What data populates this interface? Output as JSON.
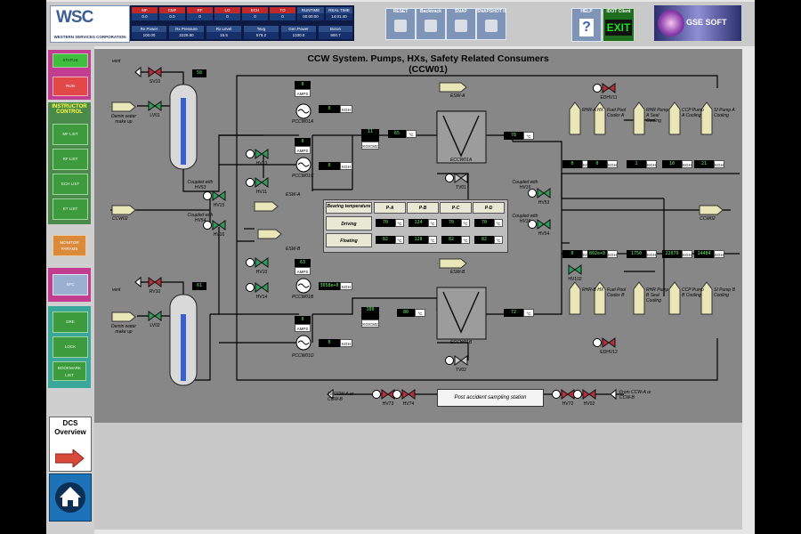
{
  "header": {
    "logo_mark": "WSC",
    "company": "WESTERN SERVICES CORPORATION",
    "params_row1": [
      {
        "label": "MF",
        "value": "0.0"
      },
      {
        "label": "CMF",
        "value": "0.0"
      },
      {
        "label": "RF",
        "value": "0"
      },
      {
        "label": "LO",
        "value": "0"
      },
      {
        "label": "ECH",
        "value": "0"
      },
      {
        "label": "TO",
        "value": "0"
      }
    ],
    "runtime": {
      "label": "RUNTIME",
      "value": "00:00:00"
    },
    "realtime": {
      "label": "REAL TIME",
      "value": "14:01:40"
    },
    "params_row2": [
      {
        "label": "Rx Power",
        "value": "100.00"
      },
      {
        "label": "Rx Pressure",
        "value": "2229.80"
      },
      {
        "label": "Rx Level",
        "value": "16.5"
      },
      {
        "label": "Tavg",
        "value": "579.2"
      },
      {
        "label": "Gen Power",
        "value": "1330.0"
      },
      {
        "label": "Boron",
        "value": "900.7"
      }
    ],
    "tool_buttons": [
      "RESET",
      "Backtrack",
      "SNAP",
      "SNAPSHOT II"
    ],
    "help_label": "HELP",
    "exit_top": "IDOT Client",
    "exit_label": "EXIT",
    "brand": "GSE SOFT"
  },
  "left_panel": {
    "status": "STATUS",
    "run": "RUN",
    "instructor": "INSTRUCTOR CONTROL",
    "lists": [
      "MF LIST",
      "RF LIST",
      "ECH LIST",
      "ET LIST"
    ],
    "monitor": "MONITOR PARAMS",
    "sfc": "SFC",
    "misc": [
      "DRE",
      "LOCK",
      "BOOKMARK LIST"
    ],
    "dcs": "DCS Overview"
  },
  "diagram": {
    "title": "CCW System. Pumps, HXs, Safety Related Consumers (CCW01)",
    "vent_top": "vent",
    "vent_bottom": "vent",
    "tank_top_level": "58",
    "tank_bottom_level": "61",
    "demin_top": "Demin water make up",
    "demin_bottom": "Demin water make up",
    "valves": {
      "svq1": "SV10",
      "lv01": "LV01",
      "sv10b": "RV10",
      "lv02": "LV02",
      "hv15a": "HV15",
      "hv16": "HV16",
      "hv13": "HV13",
      "hv11": "HV11",
      "hv10": "HV10",
      "hv14": "HV14",
      "hv53": "HV53",
      "hv54": "HV54",
      "edhv11": "EDHV11",
      "edhv12": "EDHV12",
      "hv102": "HV102",
      "tv01": "TV01",
      "tv02": "TV02",
      "hv73": "HV73",
      "hv74": "HV74",
      "hv72": "HV72",
      "hv02b": "HV02"
    },
    "pumps": {
      "pcc01a": {
        "name": "PCCW01A",
        "amps": "0",
        "kgh": "0"
      },
      "pcc01c": {
        "name": "PCCW01C",
        "amps": "0",
        "kgh": "0"
      },
      "pcc01b": {
        "name": "PCCW01B",
        "amps": "63",
        "kgh": "3658e+0"
      },
      "pcc01d": {
        "name": "PCCW01D",
        "amps": "0",
        "kgh": "0"
      }
    },
    "amps_label": "AMPS",
    "kgh_label": "KGH",
    "kgcm_label": "KG/CM2",
    "degc_label": "°C",
    "coupled_top_left": "Coupled with HV53",
    "coupled_bot_left": "Coupled with HV54",
    "coupled_top_right": "Coupled with HV15",
    "coupled_bot_right": "Coupled with HV16",
    "esw_a": "ESW-A",
    "esw_a2": "ESW-A",
    "esw_b": "ESW-B",
    "esw_b2": "ESW-B",
    "ccw02_left": "CCW02",
    "ccw02_right": "CCW02",
    "hx_a": "ECCW01A",
    "hx_b": "ECCW01B",
    "press_a": "11",
    "temp_a_in": "65",
    "temp_a_out": "78",
    "press_b": "100",
    "temp_b_in": "80",
    "temp_b_out": "72",
    "bearing": {
      "header": "Bearing temperature",
      "cols": [
        "P-A",
        "P-B",
        "P-C",
        "P-D"
      ],
      "rows": [
        {
          "label": "Driving",
          "values": [
            "70",
            "124",
            "70",
            "70"
          ]
        },
        {
          "label": "Floating",
          "values": [
            "82",
            "128",
            "82",
            "82"
          ]
        }
      ]
    },
    "consumers_a": [
      {
        "name": "RHR-A HX",
        "kgh": "0"
      },
      {
        "name": "Fuel Pool Cooler A",
        "kgh": "0"
      },
      {
        "name": "RHR Pump A Seal Cooling",
        "kgh": "1"
      },
      {
        "name": "CCP Pump A Cooling",
        "kgh": "10"
      },
      {
        "name": "SI Pump A Cooling",
        "kgh": "21"
      }
    ],
    "consumers_b": [
      {
        "name": "RHR-B HX",
        "kgh": "0"
      },
      {
        "name": "Fuel Pool Cooler B",
        "kgh": "802e+0"
      },
      {
        "name": "RHR Pump B Seal Cooling",
        "kgh": "1750"
      },
      {
        "name": "CCP Pump B Cooling",
        "kgh": "22079"
      },
      {
        "name": "SI Pump B Cooling",
        "kgh": "14484"
      }
    ],
    "to_ccw": "To CCW-A or CCW-B",
    "from_ccw": "From CCW-A or CCW-B",
    "sampling": "Post accident sampling station"
  },
  "colors": {
    "background": "#878787",
    "pipe": "#000000",
    "valve_open": "#2e9b5a",
    "valve_closed": "#b5303c",
    "readout_text": "#6cf36c"
  }
}
